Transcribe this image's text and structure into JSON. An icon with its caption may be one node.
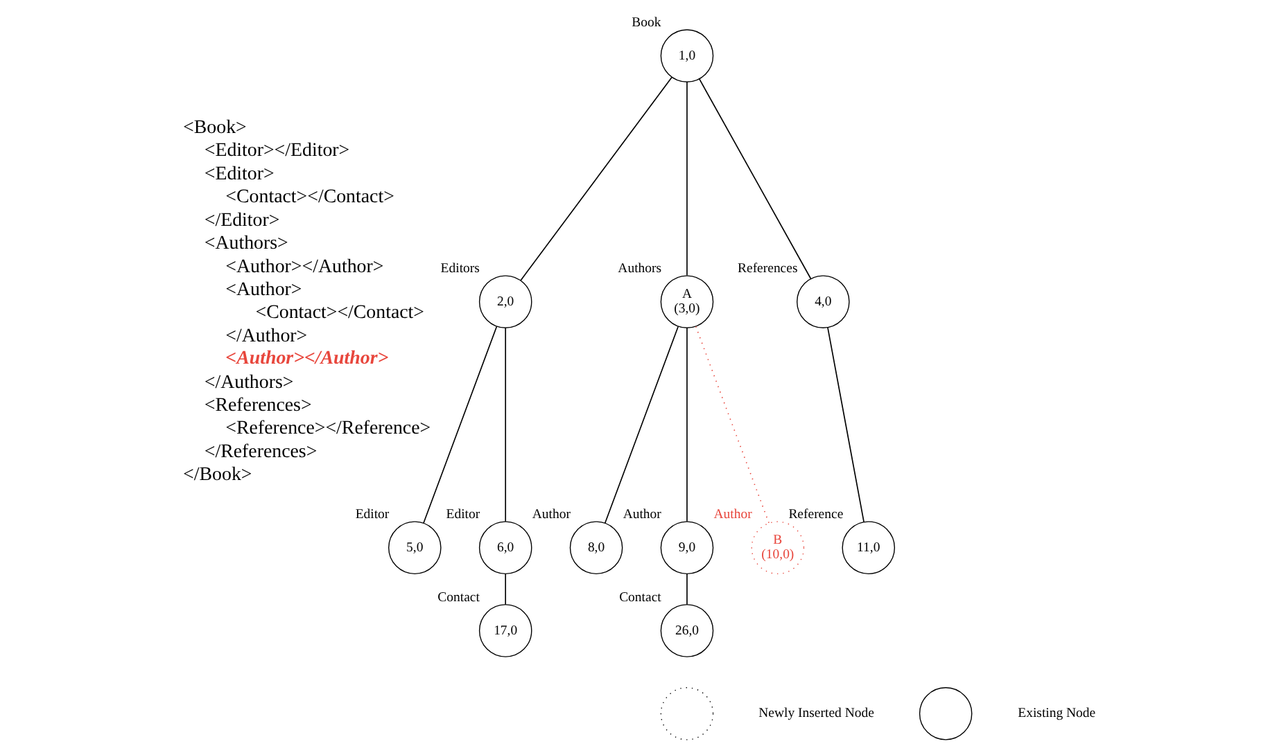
{
  "diagram": {
    "nodes": [
      {
        "text": [
          "1,0"
        ],
        "beside": [
          "Book"
        ]
      },
      {
        "text": [
          "2,0"
        ],
        "beside": [
          "Editors"
        ]
      },
      {
        "text": [
          "A",
          "(3,0)"
        ],
        "beside": [
          "Authors"
        ]
      },
      {
        "text": [
          "4,0"
        ],
        "beside": [
          "References"
        ]
      },
      {
        "text": [
          "5,0"
        ],
        "beside": [
          "Editor"
        ]
      },
      {
        "text": [
          "6,0"
        ],
        "beside": [
          "Editor"
        ]
      },
      {
        "text": [
          "8,0"
        ],
        "beside": [
          "Author"
        ]
      },
      {
        "text": [
          "9,0"
        ],
        "beside": [
          "Author"
        ]
      },
      {
        "text": [
          "B",
          "(10,0)"
        ],
        "beside": [
          "Author"
        ]
      },
      {
        "text": [
          "11,0"
        ],
        "beside": [
          "Reference"
        ]
      },
      {
        "text": [
          "17,0"
        ],
        "beside": [
          "Contact"
        ]
      },
      {
        "text": [
          "26,0"
        ],
        "beside": [
          "Contact"
        ]
      },
      {
        "text": [],
        "shape": "circle",
        "beside": [
          "Newly Inserted Node"
        ]
      },
      {
        "text": [],
        "shape": "circle",
        "beside": [
          "Existing Node"
        ]
      }
    ],
    "edges": [
      {
        "from": 0,
        "to": 1,
        "arrow": "none"
      },
      {
        "from": 0,
        "to": 2,
        "arrow": "none"
      },
      {
        "from": 0,
        "to": 3,
        "arrow": "none"
      },
      {
        "from": 1,
        "to": 4,
        "arrow": "none"
      },
      {
        "from": 1,
        "to": 5,
        "arrow": "none"
      },
      {
        "from": 2,
        "to": 6,
        "arrow": "none"
      },
      {
        "from": 2,
        "to": 7,
        "arrow": "none"
      },
      {
        "from": 2,
        "to": 8,
        "arrow": "none",
        "style": "dashed",
        "color": "#e8463c"
      },
      {
        "from": 3,
        "to": 9,
        "arrow": "none"
      },
      {
        "from": 5,
        "to": 10,
        "arrow": "none"
      },
      {
        "from": 7,
        "to": 11,
        "arrow": "none"
      }
    ],
    "labels": [
      "<Book>",
      "<Editor></Editor>",
      "<Editor>",
      "<Contact></Contact>",
      "</Editor>",
      "<Authors>",
      "<Author></Author>",
      "<Author>",
      "<Contact></Contact>",
      "</Author>",
      "<Author></Author>",
      "</Authors>",
      "<References>",
      "<Reference></Reference>",
      "</References>",
      "</Book>"
    ]
  }
}
